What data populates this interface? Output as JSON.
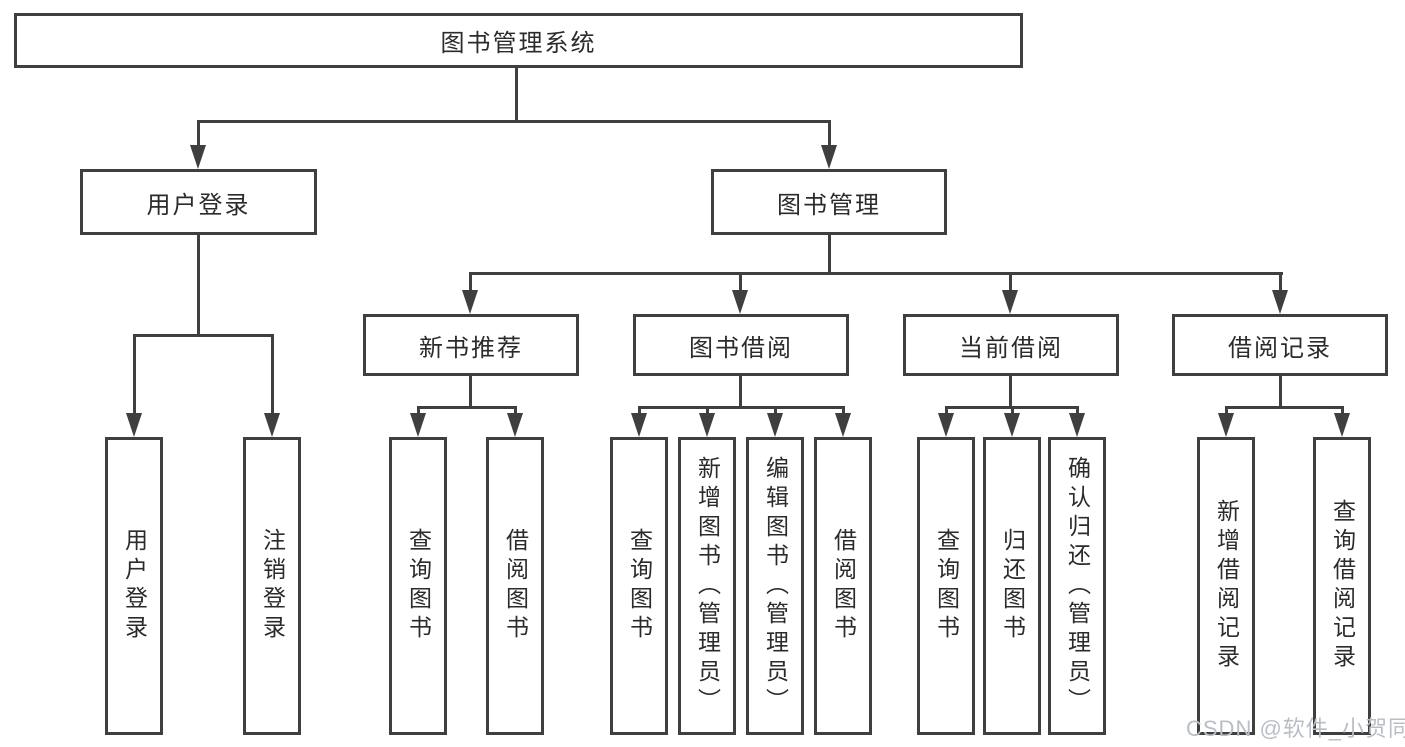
{
  "diagram": {
    "type": "tree",
    "title": "图书管理系统",
    "colors": {
      "line": "#3f3f3f",
      "text": "#2b2b2b",
      "background": "#ffffff",
      "watermark": "#b9bec6"
    },
    "tree": {
      "label": "图书管理系统",
      "children": [
        {
          "label": "用户登录",
          "children": [
            {
              "label": "用户登录"
            },
            {
              "label": "注销登录"
            }
          ]
        },
        {
          "label": "图书管理",
          "children": [
            {
              "label": "新书推荐",
              "children": [
                {
                  "label": "查询图书"
                },
                {
                  "label": "借阅图书"
                }
              ]
            },
            {
              "label": "图书借阅",
              "children": [
                {
                  "label": "查询图书"
                },
                {
                  "label": "新增图书（管理员）"
                },
                {
                  "label": "编辑图书（管理员）"
                },
                {
                  "label": "借阅图书"
                }
              ]
            },
            {
              "label": "当前借阅",
              "children": [
                {
                  "label": "查询图书"
                },
                {
                  "label": "归还图书"
                },
                {
                  "label": "确认归还（管理员）"
                }
              ]
            },
            {
              "label": "借阅记录",
              "children": [
                {
                  "label": "新增借阅记录"
                },
                {
                  "label": "查询借阅记录"
                }
              ]
            }
          ]
        }
      ]
    },
    "watermark": "CSDN @软件_小贺同学"
  }
}
